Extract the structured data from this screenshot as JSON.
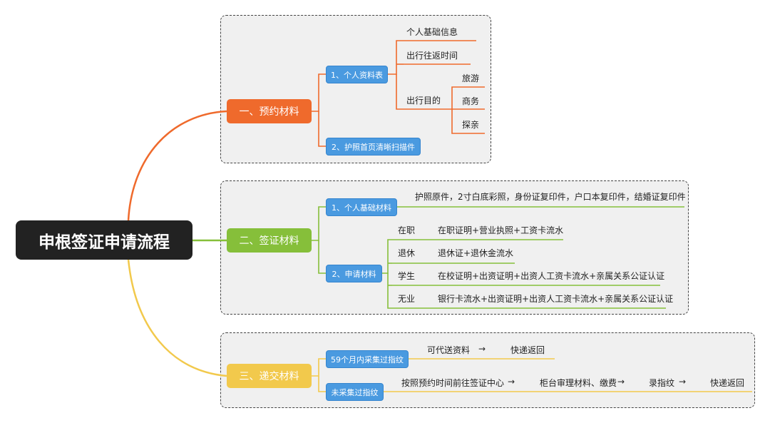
{
  "root": "申根签证申请流程",
  "branch1": {
    "title": "一、预约材料",
    "sub1": "1、个人资料表",
    "sub1_items": [
      "个人基础信息",
      "出行往返时间",
      "出行目的"
    ],
    "purposes": [
      "旅游",
      "商务",
      "探亲"
    ],
    "sub2": "2、护照首页清晰扫描件"
  },
  "branch2": {
    "title": "二、签证材料",
    "sub1": "1、个人基础材料",
    "sub1_detail": "护照原件，2寸白底彩照，身份证复印件，户口本复印件，结婚证复印件",
    "sub2": "2、申请材料",
    "rows": [
      {
        "status": "在职",
        "docs": "在职证明+营业执照+工资卡流水"
      },
      {
        "status": "退休",
        "docs": "退休证+退休金流水"
      },
      {
        "status": "学生",
        "docs": "在校证明+出资证明+出资人工资卡流水+亲属关系公证认证"
      },
      {
        "status": "无业",
        "docs": "银行卡流水+出资证明+出资人工资卡流水+亲属关系公证认证"
      }
    ]
  },
  "branch3": {
    "title": "三、递交材料",
    "sub1": "59个月内采集过指纹",
    "sub1_steps": [
      "可代送资料",
      "→",
      "快递返回"
    ],
    "sub2": "未采集过指纹",
    "sub2_steps": [
      "按照预约时间前往签证中心",
      "→",
      "柜台审理材料、缴费",
      "→",
      "录指纹",
      "→",
      "快递返回"
    ]
  },
  "colors": {
    "branch1": "#ef6a2c",
    "branch2": "#86bf3a",
    "branch3": "#f2c94c",
    "sub": "#4a9ae0",
    "root": "#222222"
  }
}
